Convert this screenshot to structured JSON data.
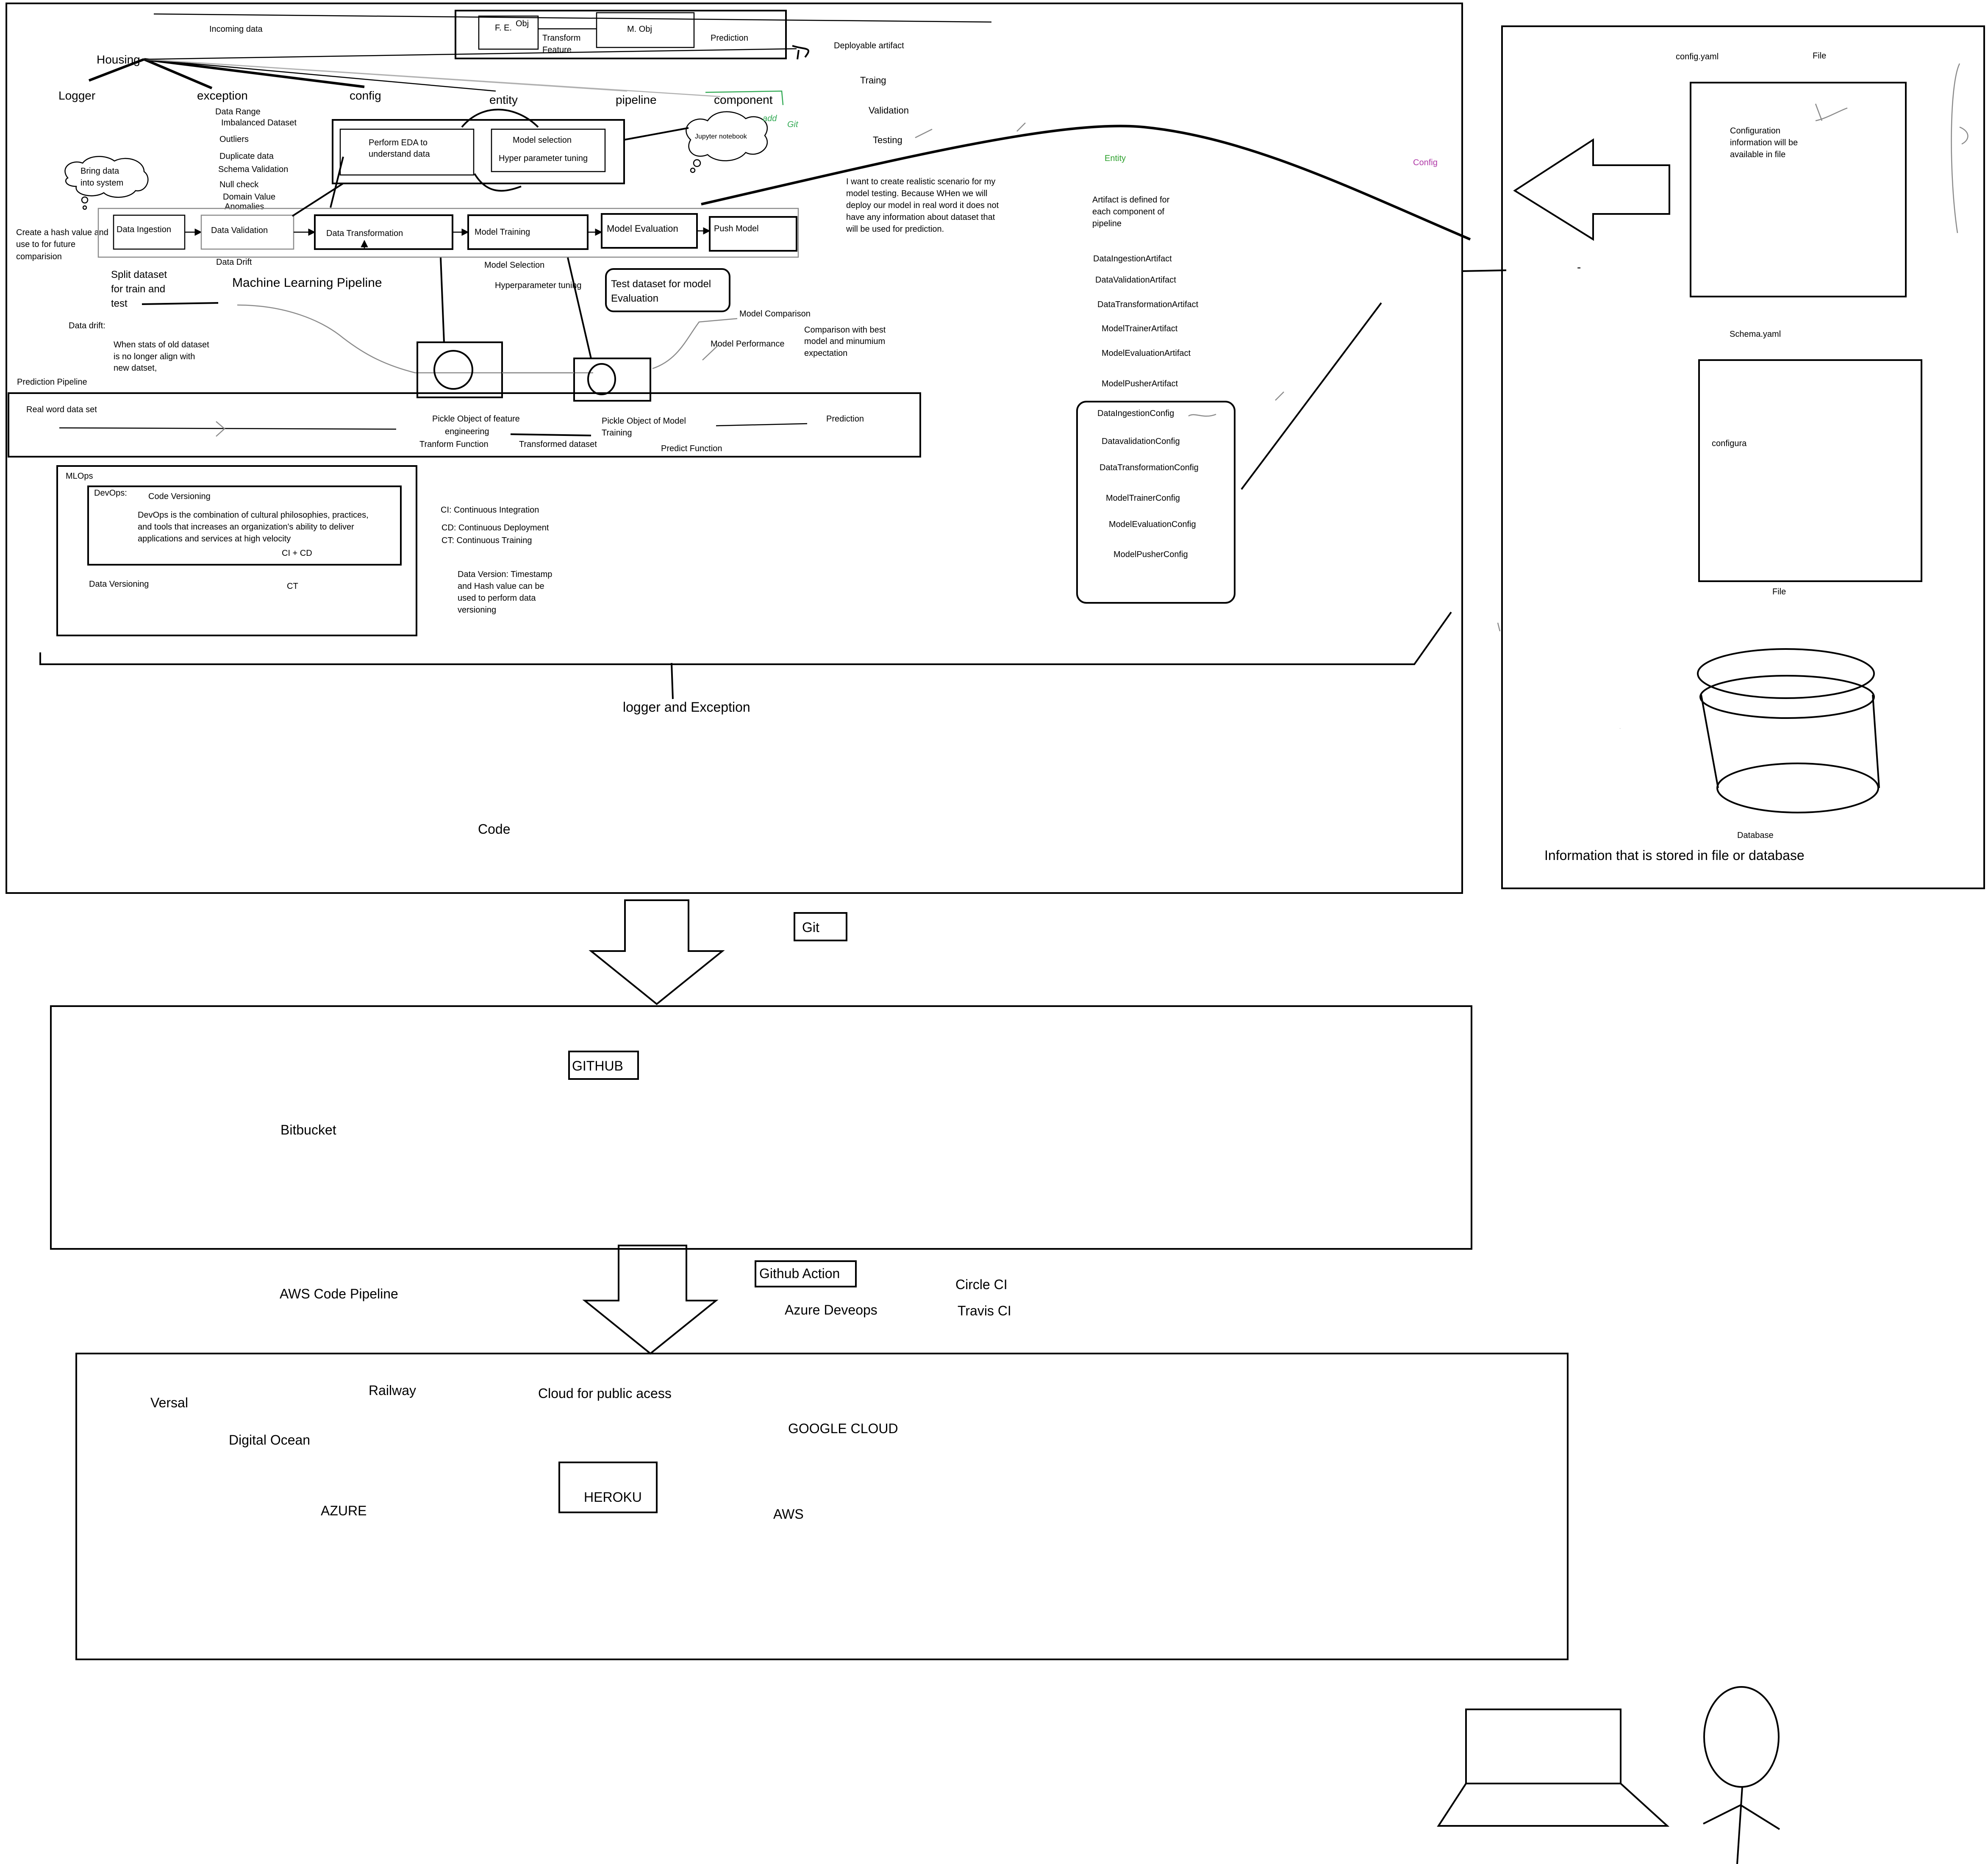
{
  "top": {
    "incoming_data": "Incoming data",
    "fe_obj": "F. E.",
    "fe_obj2": "Obj",
    "transform_feature": [
      "Transform",
      "Feature"
    ],
    "m_obj": "M. Obj",
    "prediction_top": "Prediction",
    "deployable_artifact": "Deployable artifact",
    "traing": "Traing",
    "validation": "Validation",
    "testing": "Testing"
  },
  "project": {
    "housing": "Housing",
    "logger": "Logger",
    "exception": "exception",
    "config": "config",
    "entity": "entity",
    "pipeline": "pipeline",
    "component": "component",
    "jupyter": "Jupyter notebook",
    "jupyter_note": "add",
    "jupyter_note2": "Git"
  },
  "validation_checks": [
    "Data Range",
    "Imbalanced Dataset",
    "Outliers",
    "Duplicate data",
    "Schema Validation",
    "Null check",
    "Domain Value",
    "Anomalies"
  ],
  "eda": {
    "perform": [
      "Perform EDA to",
      "understand data"
    ],
    "model_selection": "Model selection",
    "hyper": "Hyper parameter tuning"
  },
  "bring_data": [
    "Bring data",
    "into system"
  ],
  "hash_note": [
    "Create a hash value and",
    "use to for future",
    "comparision"
  ],
  "pipeline_steps": {
    "ingestion": "Data Ingestion",
    "validation": "Data Validation",
    "transformation": "Data Transformation",
    "training": "Model Training",
    "evaluation": "Model Evaluation",
    "push": "Push Model"
  },
  "pipeline_notes": {
    "data_drift_label": "Data Drift",
    "model_selection": "Model Selection",
    "hyperparameter": "Hyperparameter tuning",
    "split": [
      "Split dataset",
      "for train and",
      "test"
    ],
    "ml_pipeline": "Machine Learning Pipeline",
    "test_dataset": [
      "Test dataset for model",
      "Evaluation"
    ],
    "model_comparison": "Model Comparison",
    "model_performance": "Model Performance",
    "comparison_note": [
      "Comparison with best",
      "model and minumium",
      "expectation"
    ],
    "data_drift": "Data drift:",
    "drift_desc": [
      "When stats of old dataset",
      "is no longer align with",
      "new datset,"
    ]
  },
  "realistic_note": [
    "I want to create realistic scenario for my",
    "model testing. Because WHen we will",
    "deploy our model in real word it does not",
    "have any information about dataset that",
    "will be used for prediction."
  ],
  "prediction_pipeline": {
    "title": "Prediction Pipeline",
    "real_word": "Real word data set",
    "pickle_fe": [
      "Pickle Object of feature",
      "engineering"
    ],
    "transform_fn": "Tranform Function",
    "transformed": "Transformed dataset",
    "pickle_model": [
      "Pickle Object of Model",
      "Training"
    ],
    "predict_fn": "Predict Function",
    "prediction": "Prediction"
  },
  "mlops": {
    "title": "MLOps",
    "devops": "DevOps:",
    "code_versioning": "Code Versioning",
    "devops_desc": [
      "DevOps is the combination of cultural philosophies, practices,",
      "and tools that increases an organization's ability to deliver",
      "applications and services at high velocity"
    ],
    "ci_cd": "CI + CD",
    "data_versioning": "Data Versioning",
    "ct": "CT"
  },
  "ci_notes": {
    "ci": "CI: Continuous Integration",
    "cd": "CD: Continuous Deployment",
    "ct": "CT: Continuous Training",
    "data_version": [
      "Data Version: Timestamp",
      "and Hash value can be",
      "used to perform data",
      "versioning"
    ]
  },
  "entity": {
    "entity_label": "Entity",
    "config_label": "Config",
    "artifact_desc": [
      "Artifact is defined for",
      "each component of",
      "pipeline"
    ],
    "artifacts": [
      "DataIngestionArtifact",
      "DataValidationArtifact",
      "DataTransformationArtifact",
      "ModelTrainerArtifact",
      "ModelEvaluationArtifact",
      "ModelPusherArtifact"
    ],
    "configs": [
      "DataIngestionConfig",
      "DatavalidationConfig",
      "DataTransformationConfig",
      "ModelTrainerConfig",
      "ModelEvaluationConfig",
      "ModelPusherConfig"
    ]
  },
  "bottom_labels": {
    "logger_exception": "logger and Exception",
    "code": "Code"
  },
  "right_panel": {
    "config_yaml": "config.yaml",
    "file1": "File",
    "config_info": [
      "Configuration",
      "information will be",
      "available in file"
    ],
    "schema_yaml": "Schema.yaml",
    "configura": "configura",
    "file2": "File",
    "database": "Database",
    "info": "Information that is stored in file or database",
    "dash": "-"
  },
  "repo": {
    "git": "Git",
    "github": "GITHUB",
    "bitbucket": "Bitbucket"
  },
  "cicd": {
    "github_action": "Github Action",
    "circle_ci": "Circle CI",
    "aws_pipeline": "AWS Code Pipeline",
    "azure_devops": "Azure Deveops",
    "travis": "Travis CI"
  },
  "cloud": {
    "versal": "Versal",
    "railway": "Railway",
    "cloud_public": "Cloud for public acess",
    "digital_ocean": "Digital Ocean",
    "google_cloud": "GOOGLE CLOUD",
    "heroku": "HEROKU",
    "azure": "AZURE",
    "aws": "AWS"
  }
}
